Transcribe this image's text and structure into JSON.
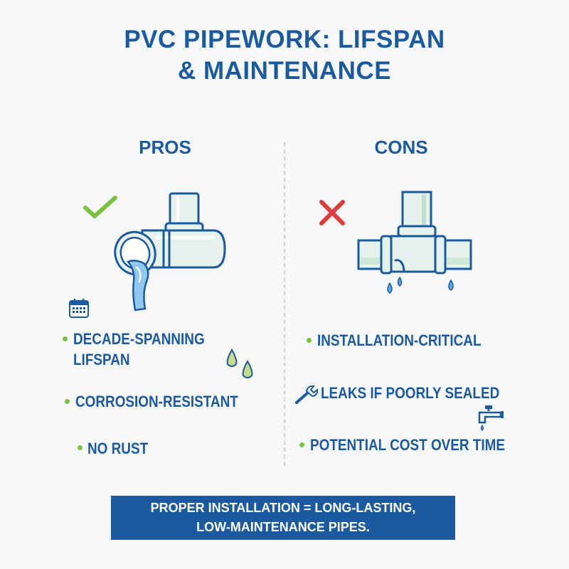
{
  "title": {
    "line1": "PVC PIPEWORK: LIFSPAN",
    "line2": "& MAINTENANCE"
  },
  "pros": {
    "heading": "PROS",
    "items": [
      {
        "line1": "DECADE-SPANNING",
        "line2": "LIFSPAN"
      },
      {
        "line1": "CORROSION-RESISTANT"
      },
      {
        "line1": "NO RUST"
      }
    ]
  },
  "cons": {
    "heading": "CONS",
    "items": [
      {
        "line1": "INSTALLATION-CRITICAL"
      },
      {
        "line1": "LEAKS IF POORLY SEALED"
      },
      {
        "line1": "POTENTIAL COST OVER TIME"
      }
    ]
  },
  "banner": {
    "line1": "PROPER INSTALLATION = LONG-LASTING,",
    "line2": "LOW-MAINTENANCE PIPES."
  },
  "icons": {
    "pros_mark": "check-icon",
    "cons_mark": "x-icon",
    "pros_illustration": "pvc-pipe-flowing-icon",
    "cons_illustration": "leaking-pipe-joint-icon",
    "calendar": "calendar-icon",
    "drops": "water-drops-icon",
    "wrench": "wrench-icon",
    "faucet": "dripping-faucet-icon"
  },
  "colors": {
    "primary": "#1b5a9e",
    "accent_green": "#7cc142",
    "accent_red": "#e23b3b",
    "pipe_fill": "#e6f2ec",
    "water": "#8fc9ee",
    "background": "#f7f8fa"
  }
}
